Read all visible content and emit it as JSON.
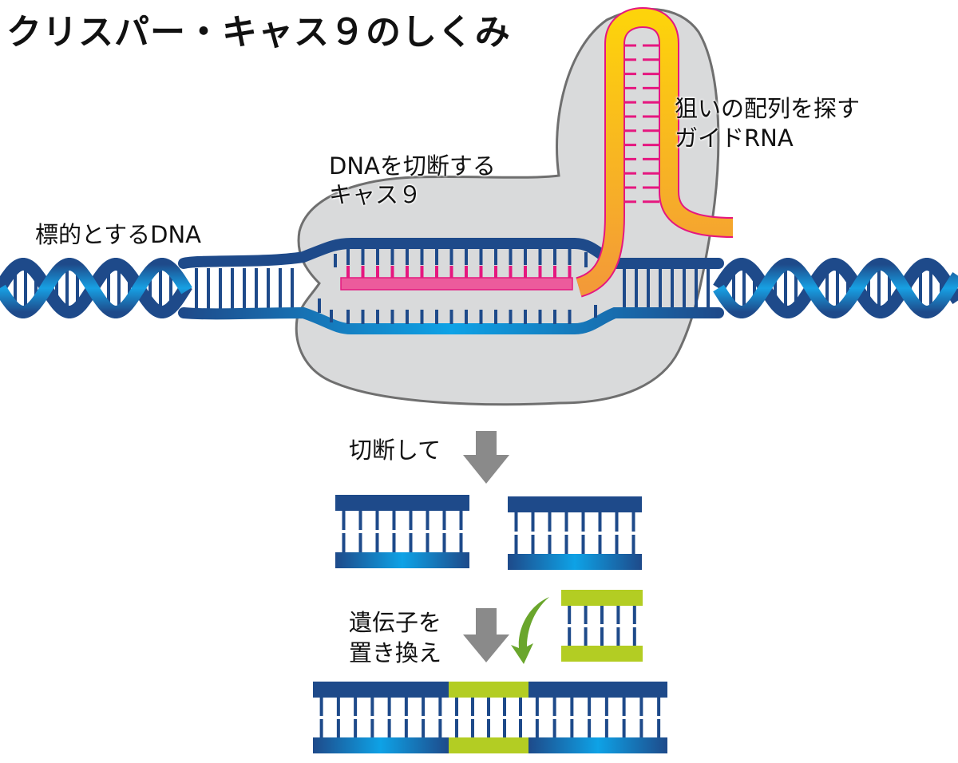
{
  "title": "クリスパー・キャス９のしくみ",
  "labels": {
    "target_dna": "標的とするDNA",
    "cas9_line1": "DNAを切断する",
    "cas9_line2": "キャス９",
    "guide_line1": "狙いの配列を探す",
    "guide_line2": "ガイドRNA",
    "cut": "切断して",
    "replace_line1": "遺伝子を",
    "replace_line2": "置き換え"
  },
  "colors": {
    "dna_dark": "#1e4a8a",
    "dna_light": "#0ea2e6",
    "cas9_fill": "#d9dadb",
    "cas9_stroke": "#6f6f6f",
    "guide_rna_top": "#fdd30b",
    "guide_rna_bottom": "#f39a38",
    "guide_rna_outline": "#e5177f",
    "rna_strand": "#ec5b9c",
    "arrow_gray": "#8a8a8a",
    "arrow_green": "#6aa62c",
    "new_gene": "#b3cd23"
  }
}
